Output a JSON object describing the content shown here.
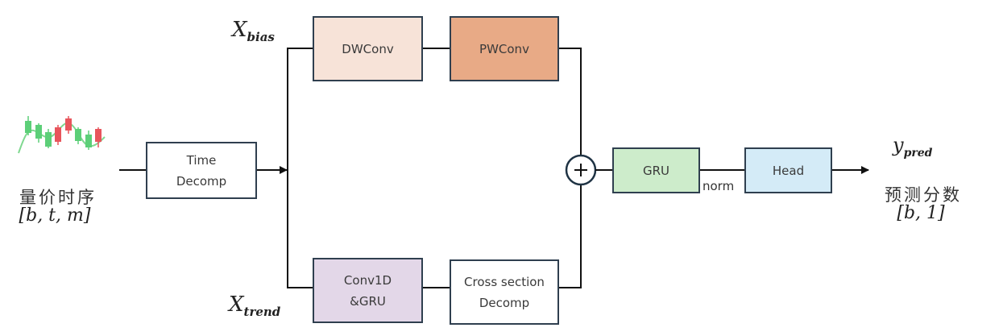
{
  "input": {
    "name_cn": "量价时序",
    "shape": "[b, t, m]",
    "icon": "candlestick-chart-icon"
  },
  "blocks": {
    "time_decomp": {
      "line1": "Time",
      "line2": "Decomp",
      "fill": "#ffffff"
    },
    "dwconv": {
      "label": "DWConv",
      "fill": "#f7e3d8"
    },
    "pwconv": {
      "label": "PWConv",
      "fill": "#e8aa86"
    },
    "conv1d_gru": {
      "line1": "Conv1D",
      "line2": "&GRU",
      "fill": "#e3d7e8"
    },
    "cross_section": {
      "line1": "Cross section",
      "line2": "Decomp",
      "fill": "#ffffff"
    },
    "gru": {
      "label": "GRU",
      "fill": "#cdeccb"
    },
    "head": {
      "label": "Head",
      "fill": "#d4ebf7"
    }
  },
  "branches": {
    "bias": {
      "base": "X",
      "sub": "bias"
    },
    "trend": {
      "base": "X",
      "sub": "trend"
    }
  },
  "sum_op": "+",
  "norm_label": "norm",
  "output": {
    "base": "y",
    "sub": "pred",
    "name_cn": "预测分数",
    "shape": "[b, 1]"
  },
  "colors": {
    "stroke": "#2f3f4f",
    "candle_up": "#5ccf78",
    "candle_down": "#e8555c",
    "trend_line": "#7fd890"
  }
}
